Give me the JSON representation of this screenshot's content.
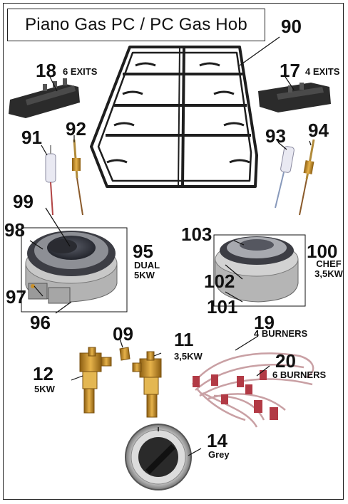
{
  "title": "Piano Gas PC / PC Gas Hob",
  "parts": [
    {
      "id": "90",
      "number": "90",
      "label": "",
      "part": "pan-support-grid"
    },
    {
      "id": "18",
      "number": "18",
      "label": "6 EXITS",
      "part": "spark-generator"
    },
    {
      "id": "17",
      "number": "17",
      "label": "4 EXITS",
      "part": "spark-generator"
    },
    {
      "id": "91",
      "number": "91",
      "label": "",
      "part": "ignition-electrode"
    },
    {
      "id": "92",
      "number": "92",
      "label": "",
      "part": "thermocouple"
    },
    {
      "id": "93",
      "number": "93",
      "label": "",
      "part": "ignition-electrode"
    },
    {
      "id": "94",
      "number": "94",
      "label": "",
      "part": "thermocouple"
    },
    {
      "id": "99",
      "number": "99",
      "label": "",
      "part": "burner-cap"
    },
    {
      "id": "98",
      "number": "98",
      "label": "",
      "part": "burner-ring"
    },
    {
      "id": "95",
      "number": "95",
      "label": "DUAL 5KW",
      "part": "dual-burner"
    },
    {
      "id": "97",
      "number": "97",
      "label": "",
      "part": "burner-component"
    },
    {
      "id": "96",
      "number": "96",
      "label": "",
      "part": "burner-base"
    },
    {
      "id": "103",
      "number": "103",
      "label": "",
      "part": "burner-cap"
    },
    {
      "id": "100",
      "number": "100",
      "label": "CHEF 3,5KW",
      "part": "chef-burner"
    },
    {
      "id": "102",
      "number": "102",
      "label": "",
      "part": "burner-ring"
    },
    {
      "id": "101",
      "number": "101",
      "label": "",
      "part": "burner-base"
    },
    {
      "id": "09",
      "number": "09",
      "label": "",
      "part": "injector"
    },
    {
      "id": "11",
      "number": "11",
      "label": "3,5KW",
      "part": "gas-valve"
    },
    {
      "id": "12",
      "number": "12",
      "label": "5KW",
      "part": "gas-valve"
    },
    {
      "id": "19",
      "number": "19",
      "label": "4 BURNERS",
      "part": "wiring-harness"
    },
    {
      "id": "20",
      "number": "20",
      "label": "6 BURNERS",
      "part": "wiring-harness"
    },
    {
      "id": "14",
      "number": "14",
      "label": "Grey",
      "part": "control-knob"
    }
  ],
  "colors": {
    "ink": "#111111",
    "grid": "#1e1e1e",
    "steel": "#a9a9a9",
    "brass": "#c08a2a",
    "wire": "#b9484f",
    "dark_plastic": "#2b2b2b"
  }
}
